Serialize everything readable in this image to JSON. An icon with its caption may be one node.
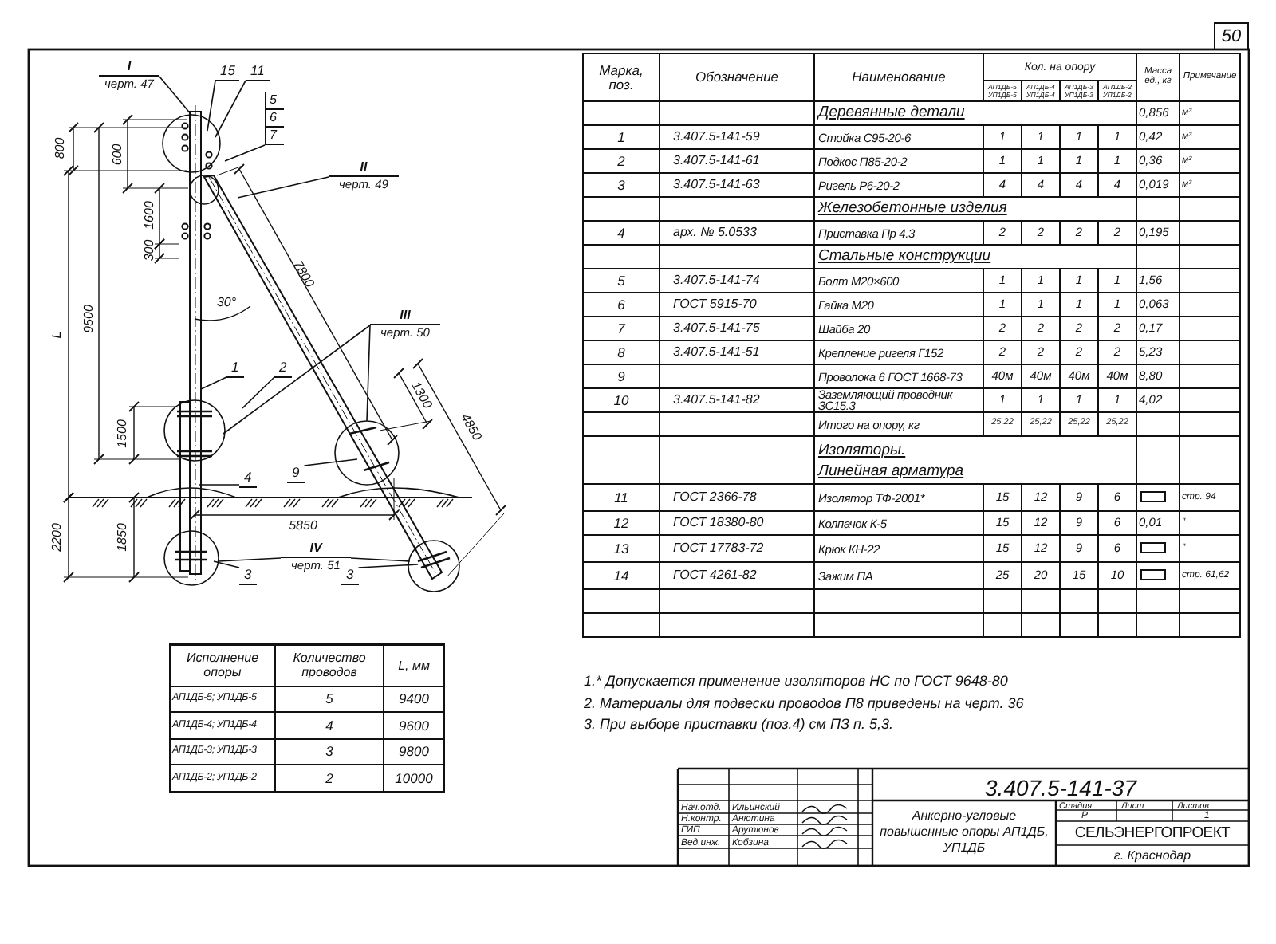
{
  "diagram": {
    "title": "Анкерно-угловые повышенные опоры АП1ДБ, УП1ДБ",
    "nodes": [
      {
        "text": [
          "I",
          "черт. 47"
        ]
      },
      {
        "text": [
          "15"
        ]
      },
      {
        "text": [
          "11"
        ]
      },
      {
        "text": [
          "5",
          "6",
          "7"
        ]
      },
      {
        "text": [
          "II",
          "черт. 49"
        ]
      },
      {
        "text": [
          "III",
          "черт. 50"
        ]
      },
      {
        "text": [
          "1"
        ]
      },
      {
        "text": [
          "2"
        ]
      },
      {
        "text": [
          "4"
        ]
      },
      {
        "text": [
          "9"
        ]
      },
      {
        "text": [
          "3"
        ]
      },
      {
        "text": [
          "IV",
          "черт. 51"
        ]
      },
      {
        "text": [
          "3"
        ]
      }
    ],
    "edges": [
      {
        "from": 0,
        "to": null,
        "arrow": "none"
      },
      {
        "from": 1,
        "to": null,
        "arrow": "none"
      },
      {
        "from": 2,
        "to": null,
        "arrow": "none"
      },
      {
        "from": 3,
        "to": null,
        "arrow": "none"
      },
      {
        "from": 4,
        "to": null,
        "arrow": "none"
      },
      {
        "from": 5,
        "to": null,
        "arrow": "none"
      },
      {
        "from": 5,
        "to": null,
        "arrow": "none"
      },
      {
        "from": 6,
        "to": null,
        "arrow": "none"
      },
      {
        "from": 7,
        "to": null,
        "arrow": "none"
      },
      {
        "from": 8,
        "to": null,
        "arrow": "none"
      },
      {
        "from": 9,
        "to": null,
        "arrow": "none"
      },
      {
        "from": 10,
        "to": null,
        "arrow": "none"
      },
      {
        "from": 11,
        "to": null,
        "arrow": "none"
      },
      {
        "from": 11,
        "to": null,
        "arrow": "none"
      },
      {
        "from": 12,
        "to": null,
        "arrow": "none"
      }
    ],
    "labels": [
      "50",
      "800",
      "600",
      "1600",
      "300",
      "7800",
      "30°",
      "L",
      "9500",
      "1500",
      "1300",
      "4850",
      "5850",
      "2200",
      "1850",
      "Марка, поз.",
      "Обозначение",
      "Наименование",
      "Кол. на опору",
      "Масса ед., кг",
      "Примечание",
      "АП1ДБ-5 УП1ДБ-5",
      "АП1ДБ-4 УП1ДБ-4",
      "АП1ДБ-3 УП1ДБ-3",
      "АП1ДБ-2 УП1ДБ-2",
      "Деревянные детали",
      "0,856",
      "м³",
      "1",
      "3.407.5-141-59",
      "Стойка С95-20-6",
      "1",
      "1",
      "1",
      "1",
      "0,42",
      "м³",
      "2",
      "3.407.5-141-61",
      "Подкос П85-20-2",
      "1",
      "1",
      "1",
      "1",
      "0,36",
      "м²",
      "3",
      "3.407.5-141-63",
      "Ригель Р6-20-2",
      "4",
      "4",
      "4",
      "4",
      "0,019",
      "м³",
      "Железобетонные изделия",
      "4",
      "арх. № 5.0533",
      "Приставка Пр 4.3",
      "2",
      "2",
      "2",
      "2",
      "0,195",
      "Стальные конструкции",
      "5",
      "3.407.5-141-74",
      "Болт М20×600",
      "1",
      "1",
      "1",
      "1",
      "1,56",
      "6",
      "ГОСТ 5915-70",
      "Гайка М20",
      "1",
      "1",
      "1",
      "1",
      "0,063",
      "7",
      "3.407.5-141-75",
      "Шайба 20",
      "2",
      "2",
      "2",
      "2",
      "0,17",
      "8",
      "3.407.5-141-51",
      "Крепление ригеля Г152",
      "2",
      "2",
      "2",
      "2",
      "5,23",
      "9",
      "Проволока 6 ГОСТ 1668-73",
      "40м",
      "40м",
      "40м",
      "40м",
      "8,80",
      "10",
      "3.407.5-141-82",
      "Заземляющий проводник ЗС15.3",
      "1",
      "1",
      "1",
      "1",
      "4,02",
      "Итого на опору, кг",
      "25,22",
      "25,22",
      "25,22",
      "25,22",
      "Изоляторы.",
      "Линейная арматура",
      "11",
      "ГОСТ 2366-78",
      "Изолятор ТФ-2001*",
      "15",
      "12",
      "9",
      "6",
      "стр. 94",
      "12",
      "ГОСТ 18380-80",
      "Колпачок К-5",
      "15",
      "12",
      "9",
      "6",
      "0,01",
      "″",
      "13",
      "ГОСТ 17783-72",
      "Крюк КН-22",
      "15",
      "12",
      "9",
      "6",
      "″",
      "14",
      "ГОСТ 4261-82",
      "Зажим ПА",
      "25",
      "20",
      "15",
      "10",
      "стр. 61,62",
      "Исполнение опоры",
      "Количество проводов",
      "L, мм",
      "АП1ДБ-5; УП1ДБ-5",
      "5",
      "9400",
      "АП1ДБ-4; УП1ДБ-4",
      "4",
      "9600",
      "АП1ДБ-3; УП1ДБ-3",
      "3",
      "9800",
      "АП1ДБ-2; УП1ДБ-2",
      "2",
      "10000",
      "1.* Допускается применение изоляторов НС по ГОСТ 9648-80",
      "2. Материалы для подвески проводов П8 приведены на черт. 36",
      "3. При выборе приставки (поз.4) см ПЗ п. 5,3.",
      "3.407.5-141-37",
      "Нач.отд.",
      "Ильинский",
      "Н.контр.",
      "Анютина",
      "ГИП",
      "Арутюнов",
      "Вед.инж.",
      "Кобзина",
      "Стадия",
      "Лист",
      "Листов",
      "Р",
      "1",
      "СЕЛЬЭНЕРГОПРОЕКТ",
      "г. Краснодар"
    ]
  }
}
